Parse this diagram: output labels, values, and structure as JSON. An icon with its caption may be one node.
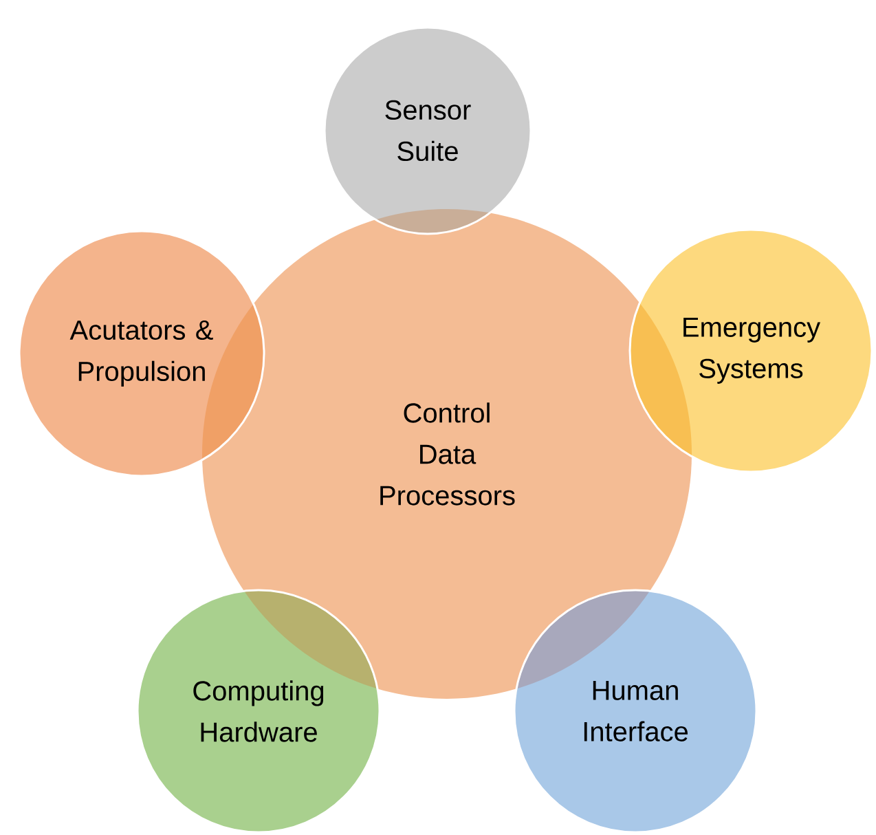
{
  "diagram": {
    "nodes": [
      {
        "text": [
          "Control Data Processors"
        ]
      },
      {
        "text": [
          "Sensor Suite"
        ]
      },
      {
        "text": [
          "Acutators & Propulsion"
        ]
      },
      {
        "text": [
          "Emergency Systems"
        ]
      },
      {
        "text": [
          "Computing Hardware"
        ]
      },
      {
        "text": [
          "Human Interface"
        ]
      }
    ]
  }
}
